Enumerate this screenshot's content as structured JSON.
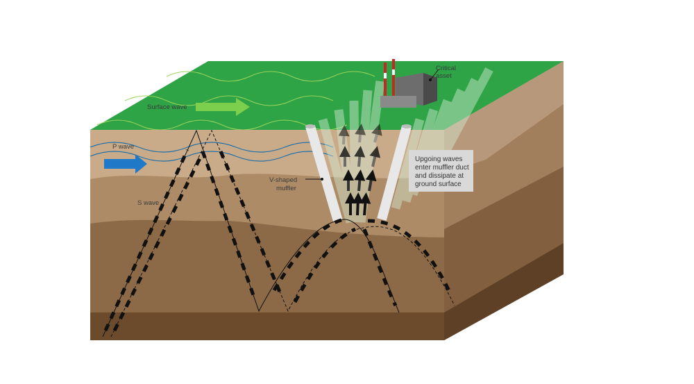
{
  "labels": {
    "surface_wave": "Surface wave",
    "p_wave": "P wave",
    "s_wave": "S wave",
    "muffler": [
      "V-shaped",
      "muffler"
    ],
    "critical_asset": [
      "Critical",
      "asset"
    ],
    "callout": [
      "Upgoing waves",
      "enter muffler duct",
      "and dissipate at",
      "ground surface"
    ]
  },
  "colors": {
    "ground_surface": "#2ea446",
    "surface_wave_arrow": "#7ccf4c",
    "p_wave_arrow": "#1f78c8",
    "p_wave_lines": "#1e6fa8",
    "layer_1": "#c9ab8a",
    "layer_2": "#ad8b66",
    "layer_3": "#8c6947",
    "layer_4": "#6c4a2c",
    "muffler": "#e8e8e8",
    "callout_box": "#d9d9d9"
  }
}
